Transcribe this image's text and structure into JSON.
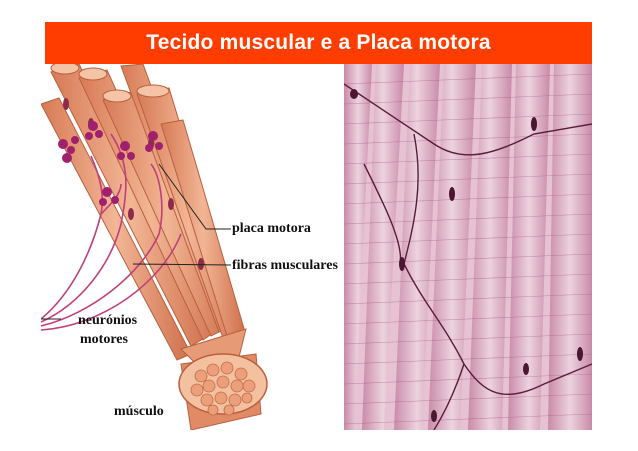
{
  "slide": {
    "title": "Tecido muscular e a Placa motora",
    "title_bg": "#ff3d00"
  },
  "diagram": {
    "labels": {
      "placa_motora": "placa motora",
      "fibras_musculares": "fibras musculares",
      "neuronios_line1": "neurónios",
      "neuronios_line2": "motores",
      "musculo": "músculo"
    },
    "colors": {
      "fiber": "#e9a07c",
      "nerve": "#c0407a",
      "motor_plate": "#a0206e"
    }
  },
  "micrograph": {
    "colors": {
      "background": "#e6c2d2",
      "striation": "#a55580",
      "nucleus": "#4a1630"
    }
  }
}
